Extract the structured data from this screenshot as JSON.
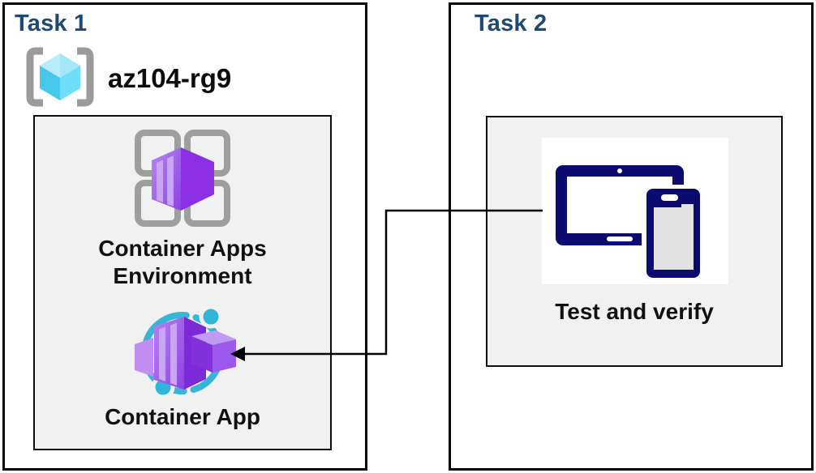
{
  "diagram": {
    "task1": {
      "title": "Task 1",
      "resource_group_label": "az104-rg9",
      "environment_label": "Container Apps Environment",
      "container_app_label": "Container App"
    },
    "task2": {
      "title": "Task 2",
      "test_label": "Test and verify"
    },
    "icons": [
      "resource-group-icon",
      "container-apps-environment-icon",
      "container-app-icon",
      "devices-icon"
    ],
    "colors": {
      "task_title_blue": "#1c4a74",
      "box_border_black": "#000000",
      "inner_box_gray": "#f1f1f1",
      "label_black": "#111111",
      "rg_bracket_gray": "#9b9b9b",
      "rg_cube_top_cyan": "#b9ecfa",
      "rg_cube_left_cyan": "#45c8e9",
      "rg_cube_right_cyan": "#6fdef6",
      "env_grid_gray": "#9e9e9e",
      "container_purple_dark": "#7c2ad8",
      "container_purple_mid": "#9a55eb",
      "container_purple_light": "#c9a6f4",
      "app_ring_cyan": "#36b5d7",
      "device_navy": "#0b0b70",
      "device_screen_gray": "#e2e2e2",
      "connector_black": "#000000"
    }
  }
}
